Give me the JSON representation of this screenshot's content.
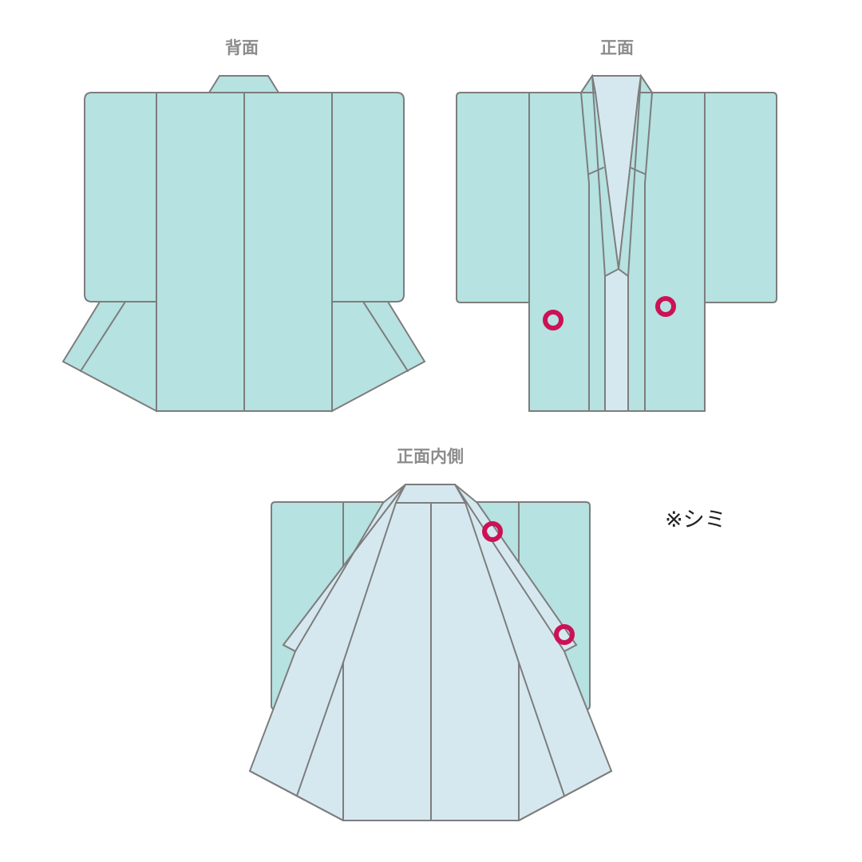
{
  "labels": {
    "back": "背面",
    "front": "正面",
    "inside": "正面内側"
  },
  "legend": {
    "stain_note": "※シミ"
  },
  "colors": {
    "fabric": "#b6e2e1",
    "lining": "#d6e8ef",
    "outline": "#7d7d7d",
    "stain_marker": "#cc1155",
    "label_text": "#8c8c8c",
    "note_text": "#222222"
  }
}
